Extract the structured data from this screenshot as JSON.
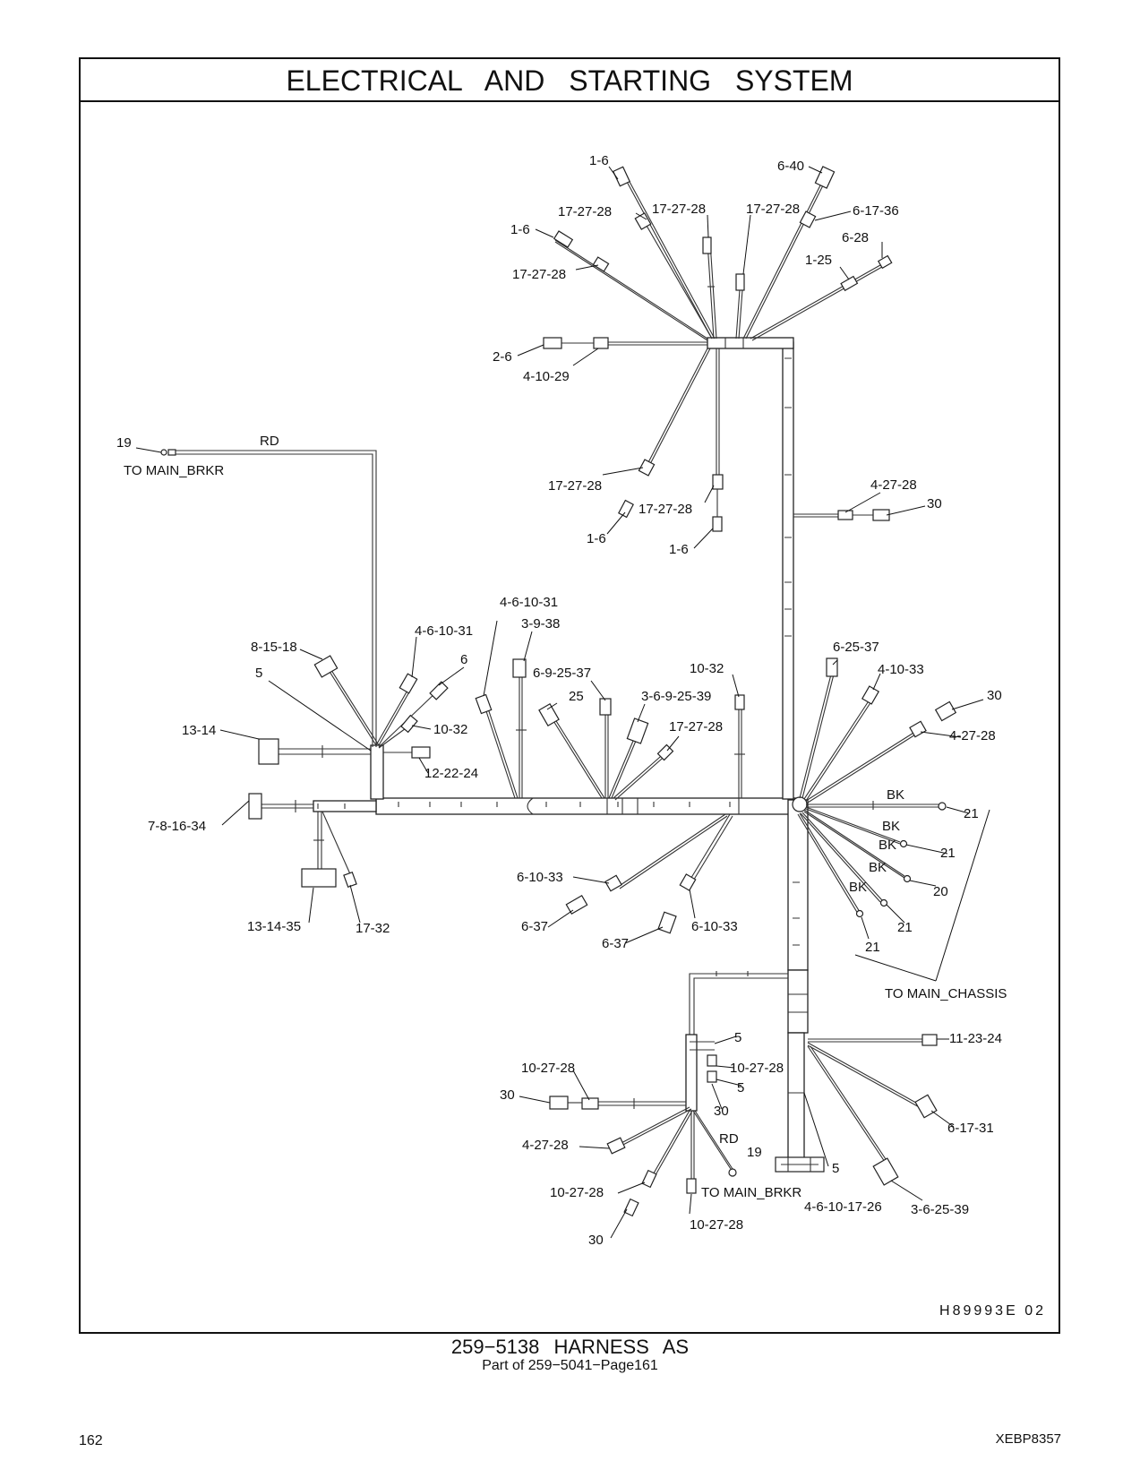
{
  "section_title": "ELECTRICAL AND STARTING SYSTEM",
  "drawing_id": "H89993E 02",
  "part_title": "259−5138 HARNESS AS",
  "part_subtitle": "Part of 259−5041−Page161",
  "page_number": "162",
  "document_code": "XEBP8357",
  "callouts": {
    "c01": "1-6",
    "c02": "6-40",
    "c03": "17-27-28",
    "c04": "17-27-28",
    "c05": "17-27-28",
    "c06": "6-17-36",
    "c07": "1-6",
    "c08": "6-28",
    "c09": "1-25",
    "c10": "17-27-28",
    "c11": "2-6",
    "c12": "4-10-29",
    "c13": "19",
    "c14": "RD",
    "c15": "TO MAIN_BRKR",
    "c16": "17-27-28",
    "c17": "17-27-28",
    "c18": "4-27-28",
    "c19": "30",
    "c20": "1-6",
    "c21": "1-6",
    "c22": "4-6-10-31",
    "c23": "3-9-38",
    "c24": "4-6-10-31",
    "c25": "8-15-18",
    "c26": "6",
    "c27": "5",
    "c28": "6-9-25-37",
    "c29": "10-32",
    "c30": "6-25-37",
    "c31": "4-10-33",
    "c32": "25",
    "c33": "3-6-9-25-39",
    "c34": "30",
    "c35": "13-14",
    "c36": "10-32",
    "c37": "17-27-28",
    "c38": "4-27-28",
    "c39": "12-22-24",
    "c40": "BK",
    "c41": "21",
    "c42": "7-8-16-34",
    "c43": "BK",
    "c44": "BK",
    "c45": "21",
    "c46": "6-10-33",
    "c47": "BK",
    "c48": "20",
    "c49": "BK",
    "c50": "21",
    "c51": "13-14-35",
    "c52": "17-32",
    "c53": "6-37",
    "c54": "6-10-33",
    "c55": "6-37",
    "c56": "21",
    "c57": "TO MAIN_CHASSIS",
    "c58": "5",
    "c59": "11-23-24",
    "c60": "10-27-28",
    "c61": "10-27-28",
    "c62": "30",
    "c63": "5",
    "c64": "30",
    "c65": "6-17-31",
    "c66": "4-27-28",
    "c67": "RD",
    "c68": "19",
    "c69": "5",
    "c70": "10-27-28",
    "c71": "TO MAIN_BRKR",
    "c72": "4-6-10-17-26",
    "c73": "3-6-25-39",
    "c74": "10-27-28",
    "c75": "30"
  }
}
